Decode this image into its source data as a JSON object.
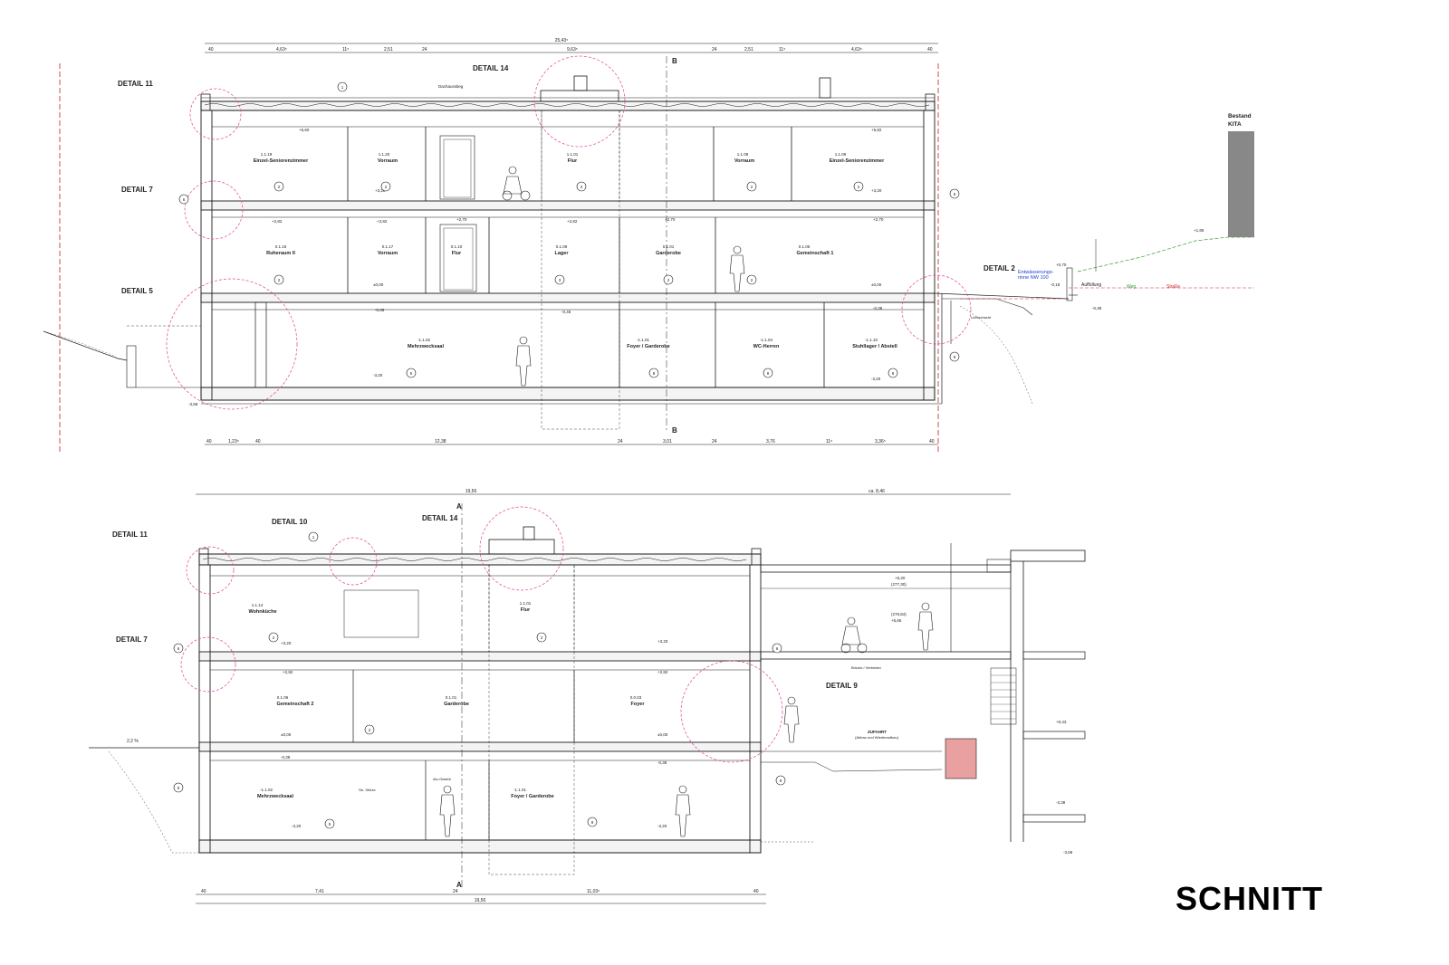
{
  "title": "SCHNITT",
  "colors": {
    "line": "#1a1a1a",
    "detail_circle": "#e0409a",
    "section_red": "#cc2222",
    "terrain_green": "#2e9e2e",
    "kita_gray": "#888888",
    "pink_fill": "#e8a0a0"
  },
  "section_top": {
    "overall_dim": "25,43⁵",
    "top_dims": [
      "40",
      "4,63⁵",
      "11⁵",
      "2,51",
      "24",
      "9,63⁵",
      "24",
      "2,51",
      "11⁵",
      "4,63⁵",
      "40"
    ],
    "bottom_dims": [
      "40",
      "1,23⁵",
      "40",
      "12,38",
      "24",
      "3,01",
      "24",
      "3,76",
      "11⁵",
      "3,36⁵",
      "40"
    ],
    "section_marker": "B",
    "details": [
      "DETAIL 11",
      "DETAIL 14",
      "DETAIL 7",
      "DETAIL 5",
      "DETAIL 2"
    ],
    "drain_note_1": "Entwässerungs-",
    "drain_note_2": "rinne NW 100",
    "rooms": [
      {
        "num": "1.1.19",
        "name": "Einzel-Seniorenzimmer"
      },
      {
        "num": "1.1.20",
        "name": "Vorraum"
      },
      {
        "num": "1.1.01",
        "name": "Flur"
      },
      {
        "num": "1.1.08",
        "name": "Vorraum"
      },
      {
        "num": "1.1.09",
        "name": "Einzel-Seniorenzimmer"
      },
      {
        "num": "0.1.19",
        "name": "Ruheraum II"
      },
      {
        "num": "0.1.17",
        "name": "Vorraum"
      },
      {
        "num": "0.1.10",
        "name": "Flur"
      },
      {
        "num": "0.1.09",
        "name": "Lager"
      },
      {
        "num": "0.1.01",
        "name": "Garderobe"
      },
      {
        "num": "0.1.05",
        "name": "Gemeinschaft 1"
      },
      {
        "num": "-1.1.02",
        "name": "Mehrzwecksaal"
      },
      {
        "num": "-1.1.01",
        "name": "Foyer / Garderobe"
      },
      {
        "num": "-1.1.04",
        "name": "WC-Herren"
      },
      {
        "num": "-1.1.10",
        "name": "Stuhllager / Abstell"
      }
    ],
    "elevations": [
      "+6,60",
      "+5,82",
      "+3,20",
      "+2,82",
      "+2,70",
      "±0,00",
      "-0,38",
      "-0,45",
      "-3,20",
      "-3,58",
      "+0,70",
      "-0,18",
      "-0,38",
      "+1,85"
    ],
    "labels": {
      "bestand": "Bestand",
      "kita": "KITA",
      "weg": "Weg",
      "strasse": "Straße",
      "auffuellung": "Auffüllung",
      "dachausstieg": "Dachausstieg",
      "lichtschacht": "Lichtschacht"
    },
    "circles": [
      "1",
      "2",
      "2",
      "2",
      "2",
      "2",
      "2",
      "3",
      "2",
      "2",
      "5",
      "8",
      "8",
      "8",
      "6",
      "6",
      "9"
    ]
  },
  "section_bottom": {
    "overall_dim": "19,56",
    "right_dim": "ca. 8,46",
    "bottom_dims": [
      "40",
      "7,41",
      "24",
      "11,03⁵",
      "40"
    ],
    "bottom_total": "19,56",
    "section_marker": "A",
    "details": [
      "DETAIL 11",
      "DETAIL 10",
      "DETAIL 14",
      "DETAIL 7",
      "DETAIL 9"
    ],
    "rooms": [
      {
        "num": "1.1.14",
        "name": "Wohnküche"
      },
      {
        "num": "1.1.01",
        "name": "Flur"
      },
      {
        "num": "0.1.06",
        "name": "Gemeinschaft 2"
      },
      {
        "num": "0.1.01",
        "name": "Garderobe"
      },
      {
        "num": "0.0.03",
        "name": "Foyer"
      },
      {
        "num": "-1.1.02",
        "name": "Mehrzwecksaal"
      },
      {
        "num": "-1.1.01",
        "name": "Foyer / Garderobe"
      }
    ],
    "elevations": [
      "+6,20",
      "(277,30)",
      "(276,84)",
      "+5,65",
      "+3,20",
      "+2,82",
      "±0,00",
      "-0,38",
      "-3,20",
      "-3,58",
      "+0,43",
      "-3,38"
    ],
    "labels": {
      "zufahrt": "ZUFAHRT",
      "abbau": "(Abbau und Wiederaufbau)",
      "bruecke": "Brücke / Verbinder",
      "gefaelle": "2,2 %",
      "sb_stuetze": "Sb- Stütze",
      "alu_glastuer": "Alu-Glastür"
    },
    "circles": [
      "1",
      "2",
      "2",
      "2",
      "6",
      "6",
      "5",
      "8",
      "9",
      "9"
    ]
  }
}
